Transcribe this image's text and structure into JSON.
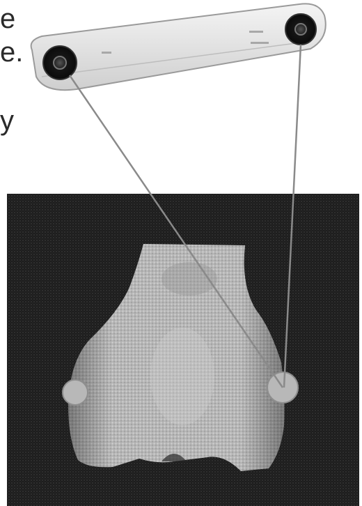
{
  "text_fragments": [
    "e",
    "e.",
    "y"
  ],
  "colors": {
    "background": "#ffffff",
    "xray_background": "#1c1c1c",
    "bone": "#bdbdbd",
    "device_body": "#e6e6e6",
    "lens": "#1a1a1a",
    "marker": "#b8b8b8",
    "connector_line": "#8a8a8a"
  }
}
